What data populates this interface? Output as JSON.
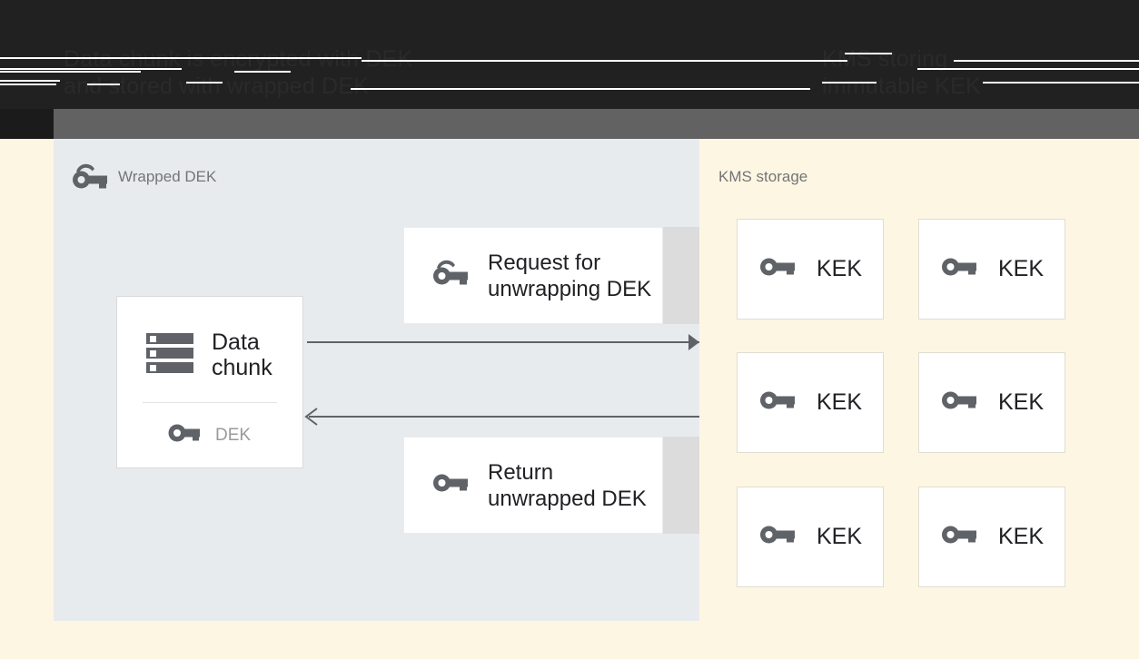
{
  "header": {
    "left_text": "Data chunk is encrypted with DEK\nand stored with wrapped DEK",
    "right_text": "KMS storing\nimmutable KEK"
  },
  "left_panel": {
    "label": "Wrapped DEK",
    "label_icon": "wrapped-key-icon",
    "background_color": "#e8ebee",
    "data_card": {
      "icon": "data-chunk-icon",
      "title": "Data\nchunk",
      "key_icon": "key-icon",
      "key_label": "DEK"
    },
    "request_card": {
      "icon": "wrapped-key-icon",
      "label": "Request for\nunwrapping DEK"
    },
    "return_card": {
      "icon": "key-icon",
      "label": "Return\nunwrapped DEK"
    },
    "arrows": [
      {
        "name": "request-arrow",
        "direction": "right"
      },
      {
        "name": "return-arrow",
        "direction": "left"
      }
    ]
  },
  "right_panel": {
    "label": "KMS storage",
    "background_color": "#fdf6e3",
    "keks": [
      {
        "icon": "key-icon",
        "label": "KEK"
      },
      {
        "icon": "key-icon",
        "label": "KEK"
      },
      {
        "icon": "key-icon",
        "label": "KEK"
      },
      {
        "icon": "key-icon",
        "label": "KEK"
      },
      {
        "icon": "key-icon",
        "label": "KEK"
      },
      {
        "icon": "key-icon",
        "label": "KEK"
      }
    ]
  },
  "colors": {
    "panel_left": "#e8ebee",
    "panel_right": "#fdf6e3",
    "icon_gray": "#5f6368",
    "text_dark": "#202124",
    "text_muted": "#757575",
    "header_band": "#212121",
    "header_band_2": "#626262"
  }
}
